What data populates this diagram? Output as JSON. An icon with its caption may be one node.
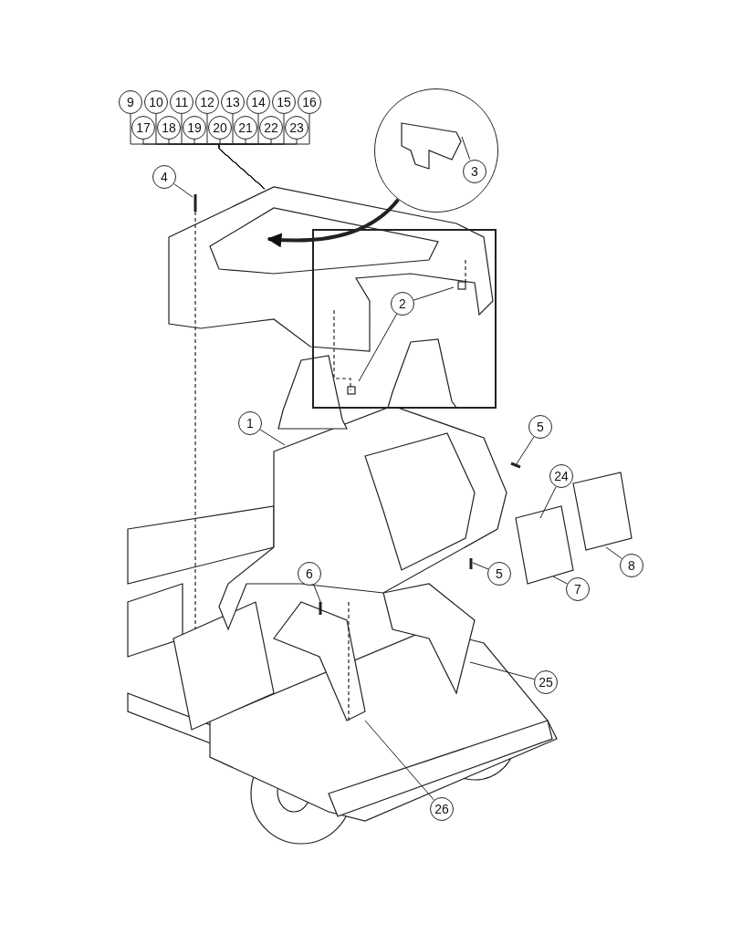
{
  "diagram": {
    "nodes": [
      {
        "text": [
          "9"
        ]
      },
      {
        "text": [
          "10"
        ]
      },
      {
        "text": [
          "11"
        ]
      },
      {
        "text": [
          "12"
        ]
      },
      {
        "text": [
          "13"
        ]
      },
      {
        "text": [
          "14"
        ]
      },
      {
        "text": [
          "15"
        ]
      },
      {
        "text": [
          "16"
        ]
      },
      {
        "text": [
          "17"
        ]
      },
      {
        "text": [
          "18"
        ]
      },
      {
        "text": [
          "19"
        ]
      },
      {
        "text": [
          "20"
        ]
      },
      {
        "text": [
          "21"
        ]
      },
      {
        "text": [
          "22"
        ]
      },
      {
        "text": [
          "23"
        ]
      },
      {
        "text": [],
        "shape": "circle"
      },
      {
        "text": [
          "3"
        ],
        "in": 15
      },
      {
        "text": [
          "4"
        ]
      },
      {
        "text": [
          "2"
        ]
      },
      {
        "text": [
          "1"
        ]
      },
      {
        "text": [
          "5"
        ]
      },
      {
        "text": [
          "24"
        ]
      },
      {
        "text": [
          "8"
        ]
      },
      {
        "text": [
          "5"
        ]
      },
      {
        "text": [
          "7"
        ]
      },
      {
        "text": [
          "6"
        ]
      },
      {
        "text": [
          "25"
        ]
      },
      {
        "text": [
          "26"
        ]
      }
    ],
    "edges": [
      {
        "from": 0,
        "to": null,
        "arrow": "none"
      },
      {
        "from": 1,
        "to": null,
        "arrow": "none"
      },
      {
        "from": 2,
        "to": null,
        "arrow": "none"
      },
      {
        "from": 3,
        "to": null,
        "arrow": "none"
      },
      {
        "from": 4,
        "to": null,
        "arrow": "none"
      },
      {
        "from": 5,
        "to": null,
        "arrow": "none"
      },
      {
        "from": 6,
        "to": null,
        "arrow": "none"
      },
      {
        "from": 7,
        "to": null,
        "arrow": "none"
      },
      {
        "from": 8,
        "to": null,
        "arrow": "none"
      },
      {
        "from": 9,
        "to": null,
        "arrow": "none"
      },
      {
        "from": 10,
        "to": null,
        "arrow": "none"
      },
      {
        "from": 11,
        "to": null,
        "arrow": "none"
      },
      {
        "from": 12,
        "to": null,
        "arrow": "none"
      },
      {
        "from": 13,
        "to": null,
        "arrow": "none"
      },
      {
        "from": 14,
        "to": null,
        "arrow": "none"
      },
      {
        "from": 15,
        "to": null,
        "arrow": "to",
        "style": "thick"
      },
      {
        "from": 16,
        "to": null,
        "arrow": "none"
      },
      {
        "from": 17,
        "to": null,
        "arrow": "none"
      },
      {
        "from": 18,
        "to": null,
        "arrow": "none"
      },
      {
        "from": 18,
        "to": null,
        "arrow": "none"
      },
      {
        "from": 19,
        "to": null,
        "arrow": "none"
      },
      {
        "from": 20,
        "to": null,
        "arrow": "none"
      },
      {
        "from": 21,
        "to": null,
        "arrow": "none"
      },
      {
        "from": 22,
        "to": null,
        "arrow": "none"
      },
      {
        "from": 23,
        "to": null,
        "arrow": "none"
      },
      {
        "from": 24,
        "to": null,
        "arrow": "none"
      },
      {
        "from": 25,
        "to": null,
        "arrow": "none"
      },
      {
        "from": 26,
        "to": null,
        "arrow": "none"
      },
      {
        "from": 27,
        "to": null,
        "arrow": "none"
      }
    ]
  }
}
